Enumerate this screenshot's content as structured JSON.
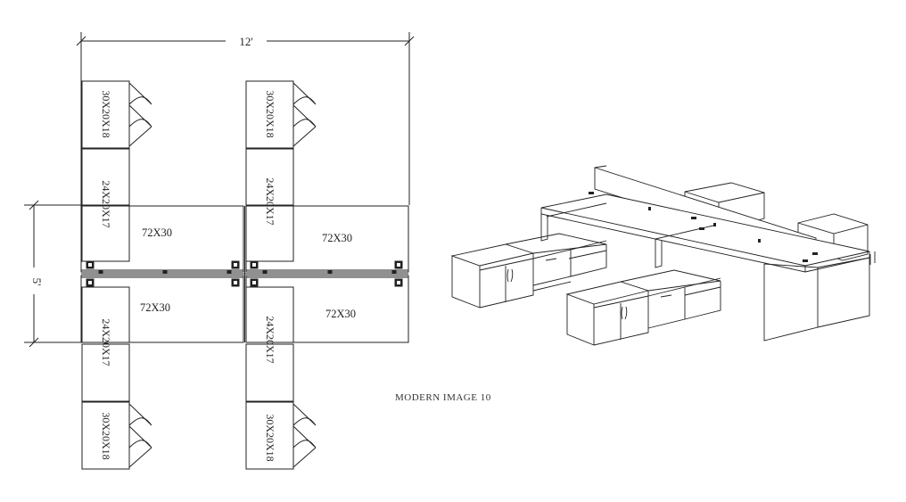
{
  "dimensions": {
    "width": "12'",
    "depth": "5'"
  },
  "desks": {
    "top_left": "72X30",
    "top_right": "72X30",
    "bottom_left": "72X30",
    "bottom_right": "72X30"
  },
  "pedestals": {
    "upper_left_file": "30X20X18",
    "upper_left_box": "24X20X17",
    "upper_right_file": "30X20X18",
    "upper_right_box": "24X20X17",
    "lower_left_box": "24X20X17",
    "lower_left_file": "30X20X18",
    "lower_right_box": "24X20X17",
    "lower_right_file": "30X20X18"
  },
  "caption": "MODERN IMAGE 10"
}
